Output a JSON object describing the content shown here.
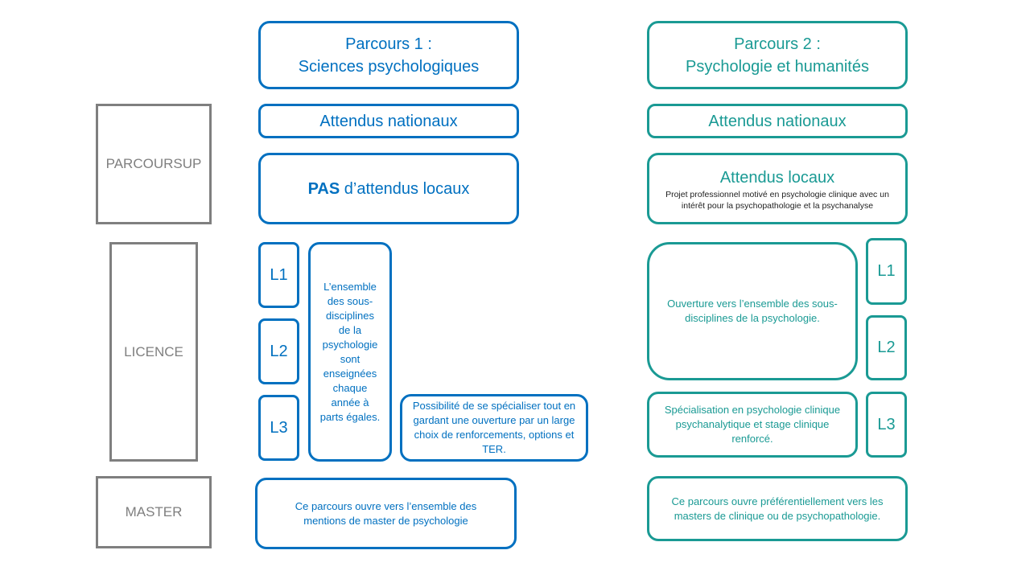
{
  "colors": {
    "parcours1": "#0070c0",
    "parcours2": "#1a9a94",
    "labels": "#7f7f7f"
  },
  "rows": {
    "parcoursup": "PARCOURSUP",
    "licence": "LICENCE",
    "master": "MASTER"
  },
  "p1": {
    "title_line1": "Parcours 1 :",
    "title_line2": "Sciences psychologiques",
    "attendus_nationaux": "Attendus nationaux",
    "pas_bold": "PAS",
    "pas_rest": " d’attendus locaux",
    "levels": [
      "L1",
      "L2",
      "L3"
    ],
    "licence_text": "L’ensemble des sous-disciplines de la psychologie sont enseignées chaque année à parts égales.",
    "l3_text": "Possibilité de se spécialiser tout en gardant une ouverture par un large choix de renforcements, options et TER.",
    "master_text": "Ce parcours ouvre vers l’ensemble des mentions de master de psychologie"
  },
  "p2": {
    "title_line1": "Parcours 2 :",
    "title_line2": "Psychologie et humanités",
    "attendus_nationaux": "Attendus nationaux",
    "attendus_locaux": "Attendus locaux",
    "attendus_locaux_detail": "Projet professionnel motivé en psychologie clinique avec un intérêt pour la psychopathologie et la psychanalyse",
    "levels": [
      "L1",
      "L2",
      "L3"
    ],
    "licence_text": "Ouverture vers l’ensemble des sous-disciplines de la psychologie.",
    "l3_text": "Spécialisation en psychologie clinique psychanalytique et stage clinique renforcé.",
    "master_text": "Ce parcours ouvre préférentiellement vers les masters de clinique ou de psychopathologie."
  }
}
